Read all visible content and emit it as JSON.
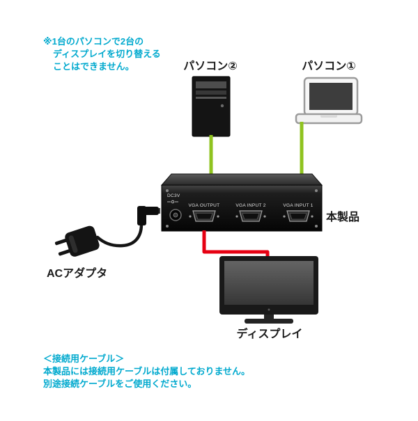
{
  "colors": {
    "accent_cyan": "#00a9ce",
    "cable_green": "#8fc31f",
    "cable_red": "#e60012"
  },
  "top_note": {
    "line1": "※1台のパソコンで2台の",
    "line2": "ディスプレイを切り替える",
    "line3": "ことはできません。"
  },
  "devices": {
    "pc2_label": "パソコン②",
    "pc1_label": "パソコン①",
    "product_label": "本製品",
    "ac_adapter_label": "ACアダプタ",
    "display_label": "ディスプレイ"
  },
  "switch_panel": {
    "dc_label": "DC3V",
    "vga_output_label": "VGA OUTPUT",
    "vga_input2_label": "VGA INPUT 2",
    "vga_input1_label": "VGA INPUT 1"
  },
  "bottom_note": {
    "line1": "＜接続用ケーブル＞",
    "line2": "本製品には接続用ケーブルは付属しておりません。",
    "line3": "別途接続ケーブルをご使用ください。"
  }
}
